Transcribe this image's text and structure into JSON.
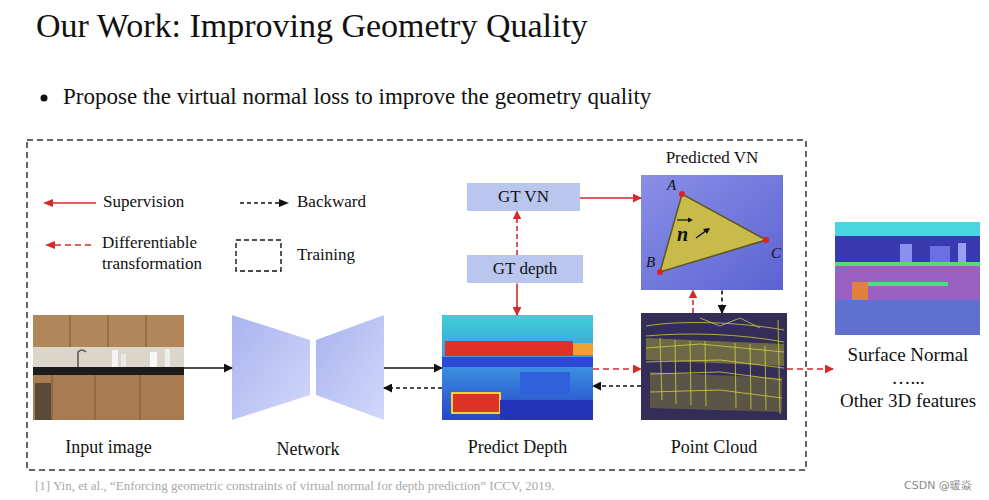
{
  "diagram": {
    "title": "Our Work: Improving Geometry Quality",
    "nodes": [
      {
        "text": [
          "GT VN"
        ]
      },
      {
        "text": [
          "Predicted VN"
        ]
      },
      {
        "text": [
          "GT depth"
        ]
      },
      {
        "text": [
          "Input image"
        ]
      },
      {
        "text": [
          "Network"
        ]
      },
      {
        "text": [
          "Predict Depth"
        ]
      },
      {
        "text": [
          "Point Cloud"
        ]
      },
      {
        "text": [
          "Surface Normal",
          "…...",
          "Other 3D features"
        ]
      }
    ],
    "edges": [
      {
        "from": 3,
        "to": 4,
        "arrow": "to"
      },
      {
        "from": 4,
        "to": 5,
        "arrow": "to"
      },
      {
        "from": 5,
        "to": 4,
        "arrow": "to"
      },
      {
        "from": 5,
        "to": 6,
        "arrow": "to"
      },
      {
        "from": 6,
        "to": 5,
        "arrow": "to"
      },
      {
        "from": 6,
        "to": 1,
        "arrow": "to"
      },
      {
        "from": 1,
        "to": 6,
        "arrow": "to"
      },
      {
        "from": 2,
        "to": 5,
        "arrow": "to"
      },
      {
        "from": 2,
        "to": 0,
        "arrow": "to"
      },
      {
        "from": 0,
        "to": 1,
        "arrow": "to"
      },
      {
        "from": 6,
        "to": 7,
        "arrow": "to"
      }
    ],
    "labels": [
      "Propose the virtual normal loss to improve the geometry quality",
      "A",
      "B",
      "C",
      "n",
      "[1] Yin, et al., “Enforcing geometric constraints of virtual normal for depth prediction” ICCV, 2019.",
      "CSDN @暖焱"
    ],
    "legend": [
      {
        "text": "Supervision"
      },
      {
        "text": "Backward"
      },
      {
        "text": "Differentiable transformation"
      },
      {
        "text": "Training"
      }
    ]
  }
}
